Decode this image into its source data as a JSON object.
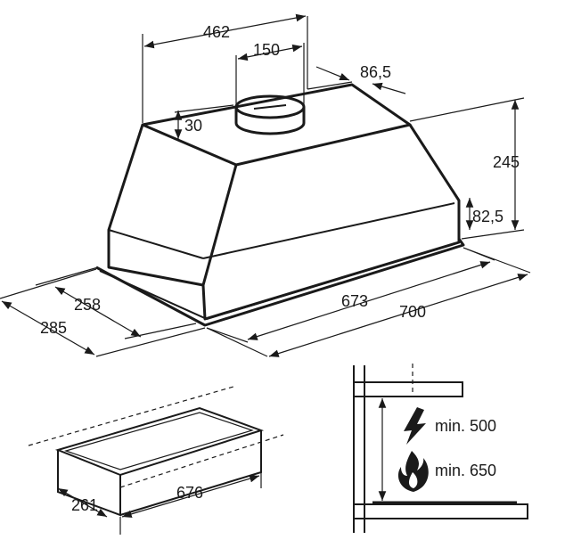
{
  "dimensions": {
    "top_width": "462",
    "outlet_diameter": "150",
    "outlet_offset": "86,5",
    "top_thickness": "30",
    "total_height": "245",
    "body_height": "82,5",
    "inner_depth": "258",
    "outer_depth": "285",
    "inner_width": "673",
    "outer_width": "700",
    "cutout_depth": "261",
    "cutout_width": "676"
  },
  "installation": {
    "electric_min": "min. 500",
    "gas_min": "min. 650",
    "electric_icon": "lightning-icon",
    "gas_icon": "flame-icon"
  }
}
